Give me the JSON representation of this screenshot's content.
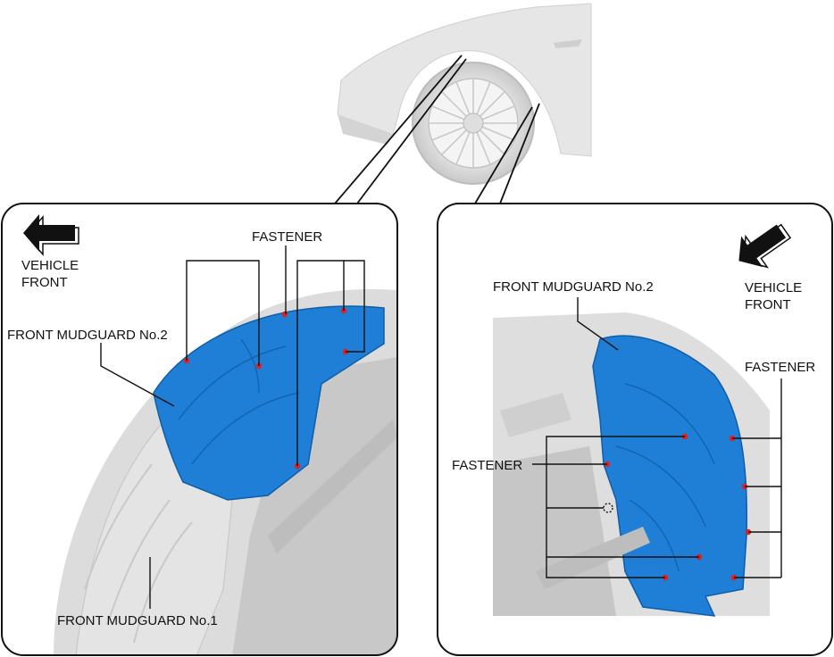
{
  "colors": {
    "mudguard_blue": "#1f7fd6",
    "mudguard_blue_dark": "#0e5ea8",
    "fastener_red": "#e02020",
    "body_gray": "#dcdcdc",
    "outline": "#111111"
  },
  "icons": {
    "left_panel_arrow": "arrow-left-icon",
    "right_panel_arrow": "arrow-up-left-icon"
  },
  "left_panel": {
    "direction_label_line1": "VEHICLE",
    "direction_label_line2": "FRONT",
    "fastener_label": "FASTENER",
    "mudguard2_label": "FRONT MUDGUARD No.2",
    "mudguard1_label": "FRONT MUDGUARD No.1"
  },
  "right_panel": {
    "direction_label_line1": "VEHICLE",
    "direction_label_line2": "FRONT",
    "mudguard2_label": "FRONT MUDGUARD No.2",
    "fastener_left_label": "FASTENER",
    "fastener_right_label": "FASTENER"
  }
}
